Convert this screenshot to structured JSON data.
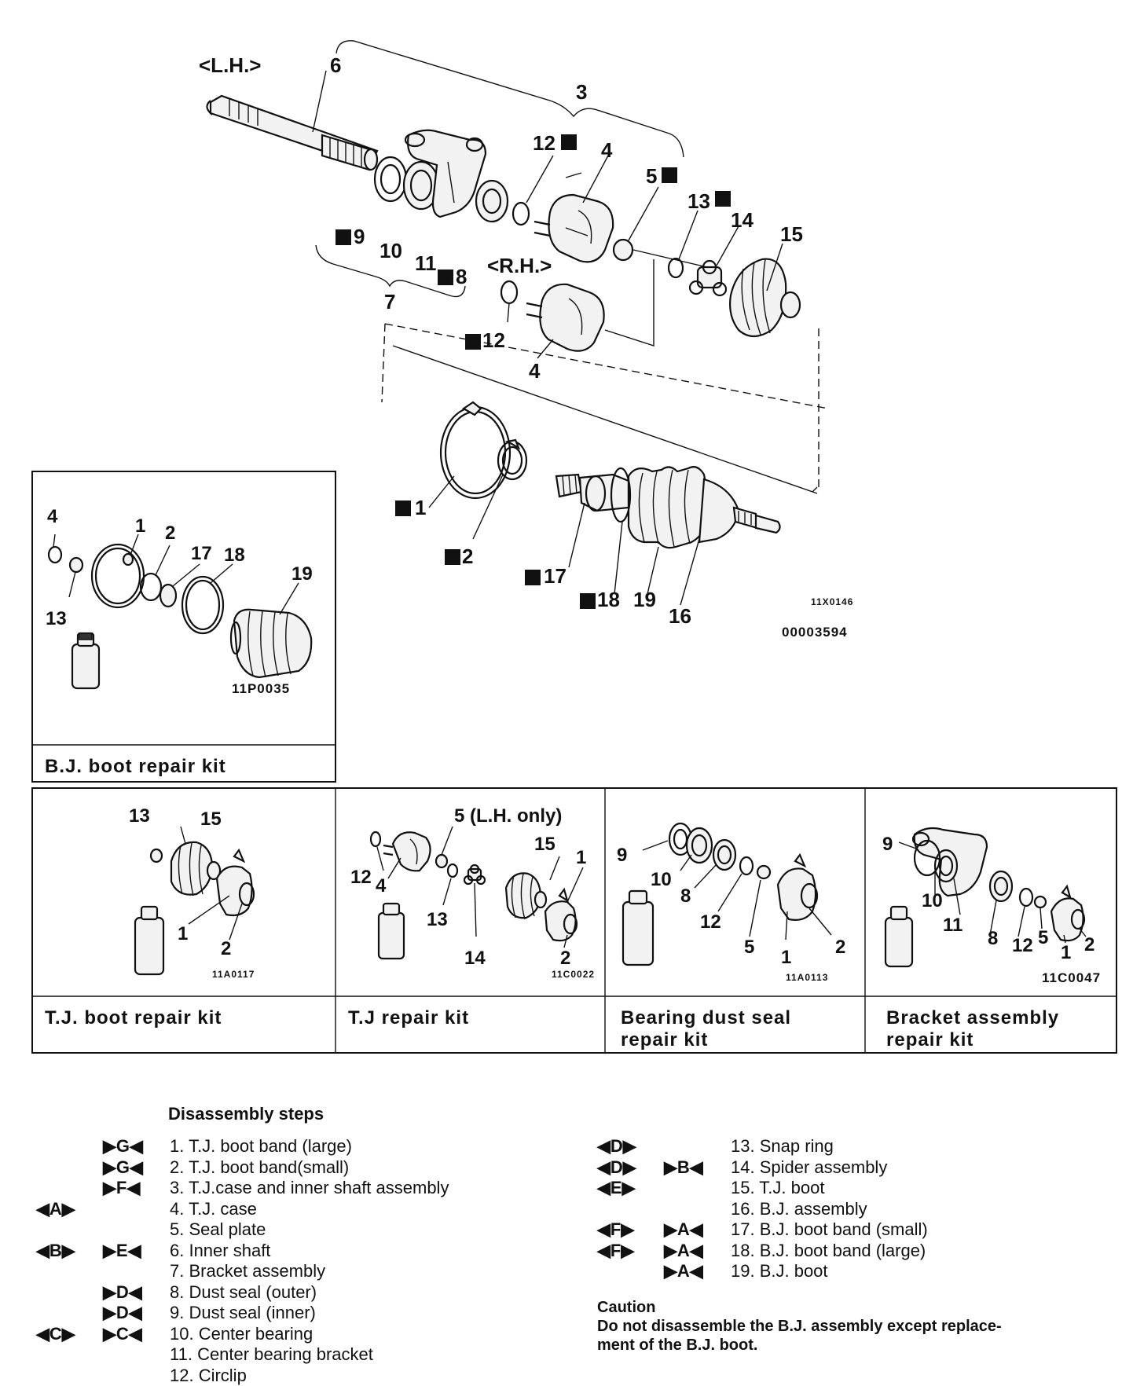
{
  "diagram": {
    "labels": {
      "lh": "<L.H.>",
      "rh": "<R.H.>",
      "n1": "1",
      "n2": "2",
      "n3": "3",
      "n4a": "4",
      "n4b": "4",
      "n5": "5",
      "n6": "6",
      "n7": "7",
      "n8": "8",
      "n9": "9",
      "n10": "10",
      "n11": "11",
      "n12a": "12",
      "n12b": "12",
      "n13": "13",
      "n14": "14",
      "n15": "15",
      "n16": "16",
      "n17": "17",
      "n18": "18",
      "n19": "19"
    },
    "new_part_marker": "N",
    "codes": {
      "main": "11X0146",
      "doc": "00003594"
    }
  },
  "kits": {
    "bj_boot": {
      "title": "B.J. boot repair kit",
      "code": "11P0035",
      "labels": [
        "4",
        "1",
        "2",
        "17",
        "18",
        "19",
        "13"
      ]
    },
    "tj_boot": {
      "title": "T.J. boot repair kit",
      "code": "11A0117",
      "labels": [
        "13",
        "15",
        "1",
        "2"
      ]
    },
    "tj_repair": {
      "title": "T.J repair kit",
      "code": "11C0022",
      "labels": [
        "5 (L.H. only)",
        "15",
        "1",
        "12",
        "4",
        "13",
        "14",
        "2"
      ]
    },
    "bearing_dust_seal": {
      "title_line1": "Bearing dust seal",
      "title_line2": "repair kit",
      "code": "11A0113",
      "labels": [
        "9",
        "10",
        "8",
        "12",
        "5",
        "1",
        "2"
      ]
    },
    "bracket_assembly": {
      "title_line1": "Bracket assembly",
      "title_line2": "repair kit",
      "code": "11C0047",
      "labels": [
        "9",
        "10",
        "11",
        "8",
        "12",
        "5",
        "1",
        "2"
      ]
    }
  },
  "disassembly": {
    "heading": "Disassembly steps",
    "left": [
      {
        "mark1": "",
        "mark2": "▶G◀",
        "text": "1. T.J. boot band (large)"
      },
      {
        "mark1": "",
        "mark2": "▶G◀",
        "text": "2. T.J. boot band(small)"
      },
      {
        "mark1": "",
        "mark2": "▶F◀",
        "text": "3. T.J.case and inner shaft assembly"
      },
      {
        "mark1": "◀A▶",
        "mark2": "",
        "text": "4. T.J. case"
      },
      {
        "mark1": "",
        "mark2": "",
        "text": "5. Seal plate"
      },
      {
        "mark1": "◀B▶",
        "mark2": "▶E◀",
        "text": "6. Inner shaft"
      },
      {
        "mark1": "",
        "mark2": "",
        "text": "7. Bracket assembly"
      },
      {
        "mark1": "",
        "mark2": "▶D◀",
        "text": "8. Dust seal (outer)"
      },
      {
        "mark1": "",
        "mark2": "▶D◀",
        "text": "9. Dust seal (inner)"
      },
      {
        "mark1": "◀C▶",
        "mark2": "▶C◀",
        "text": "10. Center bearing"
      },
      {
        "mark1": "",
        "mark2": "",
        "text": "11. Center bearing bracket"
      },
      {
        "mark1": "",
        "mark2": "",
        "text": "12. Circlip"
      }
    ],
    "right": [
      {
        "mark1": "◀D▶",
        "mark2": "",
        "text": "13. Snap ring"
      },
      {
        "mark1": "◀D▶",
        "mark2": "▶B◀",
        "text": "14. Spider assembly"
      },
      {
        "mark1": "◀E▶",
        "mark2": "",
        "text": "15. T.J. boot"
      },
      {
        "mark1": "",
        "mark2": "",
        "text": "16. B.J. assembly"
      },
      {
        "mark1": "◀F▶",
        "mark2": "▶A◀",
        "text": "17. B.J. boot band (small)"
      },
      {
        "mark1": "◀F▶",
        "mark2": "▶A◀",
        "text": "18. B.J. boot band (large)"
      },
      {
        "mark1": "",
        "mark2": "▶A◀",
        "text": "19. B.J. boot"
      }
    ]
  },
  "caution": {
    "title": "Caution",
    "line1": "Do not disassemble the B.J. assembly except replace-",
    "line2": "ment of the B.J. boot."
  }
}
